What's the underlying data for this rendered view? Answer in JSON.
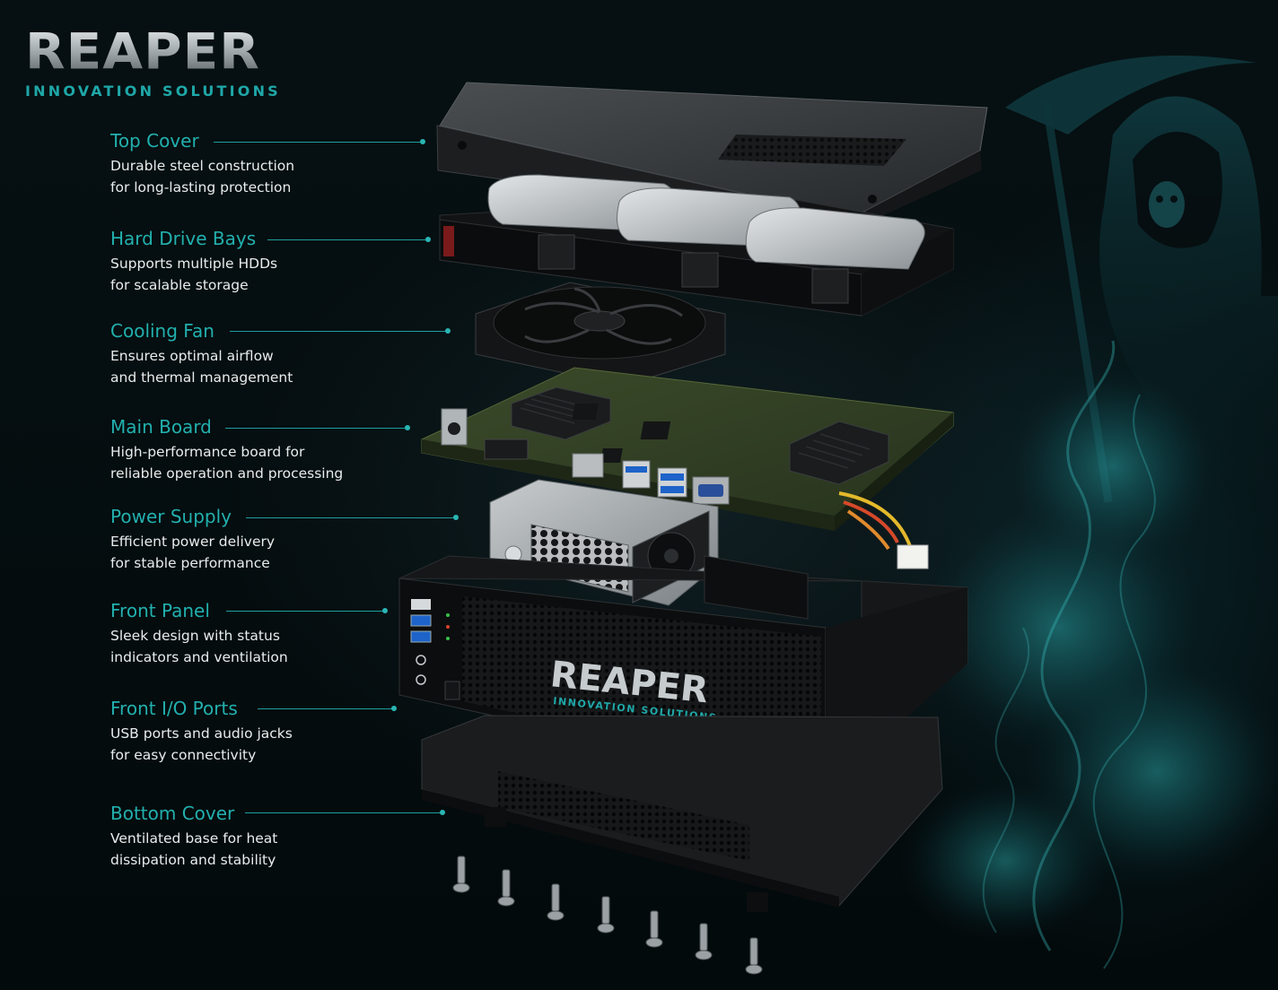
{
  "brand": {
    "name": "REAPER",
    "tagline": "INNOVATION SOLUTIONS",
    "accent_color": "#22b0ae"
  },
  "callouts": [
    {
      "id": "top-cover",
      "title": "Top Cover",
      "desc_line1": "Durable steel construction",
      "desc_line2": "for long-lasting protection"
    },
    {
      "id": "hard-drive-bays",
      "title": "Hard Drive Bays",
      "desc_line1": "Supports multiple HDDs",
      "desc_line2": "for scalable storage"
    },
    {
      "id": "cooling-fan",
      "title": "Cooling Fan",
      "desc_line1": "Ensures optimal airflow",
      "desc_line2": "and thermal management"
    },
    {
      "id": "main-board",
      "title": "Main Board",
      "desc_line1": "High-performance board for",
      "desc_line2": "reliable operation and processing"
    },
    {
      "id": "power-supply",
      "title": "Power Supply",
      "desc_line1": "Efficient power delivery",
      "desc_line2": "for stable performance"
    },
    {
      "id": "front-panel",
      "title": "Front Panel",
      "desc_line1": "Sleek design with status",
      "desc_line2": "indicators and ventilation"
    },
    {
      "id": "front-io-ports",
      "title": "Front I/O Ports",
      "desc_line1": "USB ports and audio jacks",
      "desc_line2": "for easy connectivity"
    },
    {
      "id": "bottom-cover",
      "title": "Bottom Cover",
      "desc_line1": "Ventilated base for heat",
      "desc_line2": "dissipation and stability"
    }
  ],
  "front_panel": {
    "brand_name": "REAPER",
    "brand_tagline": "INNOVATION SOLUTIONS"
  },
  "icons": {
    "background": "grim-reaper-icon",
    "smoke": "smoke-icon",
    "screws": "screw-icon"
  }
}
